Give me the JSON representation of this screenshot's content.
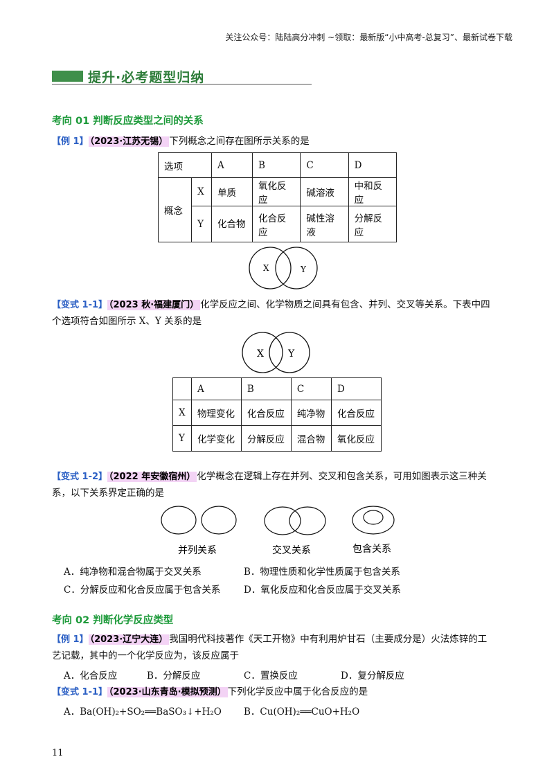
{
  "header": {
    "note": "关注公众号：陆陆高分冲刺 ~领取：最新版“小中高考-总复习”、最新试卷下载"
  },
  "section": {
    "title": "提升·必考题型归纳"
  },
  "topic1": {
    "title": "考向 01  判断反应类型之间的关系",
    "ex1": {
      "tag": "【例 1】",
      "source": "（2023·江苏无锡）",
      "question": "下列概念之间存在图所示关系的是",
      "table": {
        "header": [
          "选项",
          "A",
          "B",
          "C",
          "D"
        ],
        "group_label": "概念",
        "rows": [
          {
            "label": "X",
            "cells": [
              "单质",
              "氧化反应",
              "碱溶液",
              "中和反应"
            ]
          },
          {
            "label": "Y",
            "cells": [
              "化合物",
              "化合反应",
              "碱性溶液",
              "分解反应"
            ]
          }
        ]
      },
      "venn": {
        "x": "X",
        "y": "Y"
      }
    },
    "var1": {
      "tag": "【变式 1-1】",
      "source": "（2023 秋·福建厦门）",
      "line1": "化学反应之间、化学物质之间具有包含、并列、交叉等关系。下表中四",
      "line2": "个选项符合如图所示 X、Y 关系的是",
      "venn": {
        "x": "X",
        "y": "Y"
      },
      "table": {
        "header": [
          "",
          "A",
          "B",
          "C",
          "D"
        ],
        "rows": [
          {
            "label": "X",
            "cells": [
              "物理变化",
              "化合反应",
              "纯净物",
              "化合反应"
            ]
          },
          {
            "label": "Y",
            "cells": [
              "化学变化",
              "分解反应",
              "混合物",
              "氧化反应"
            ]
          }
        ]
      }
    },
    "var2": {
      "tag": "【变式 1-2】",
      "source": "（2022 年安徽宿州）",
      "line1": "化学概念在逻辑上存在并列、交叉和包含关系，可用如图表示这三种关",
      "line2": "系，以下关系界定正确的是",
      "diagram_labels": [
        "并列关系",
        "交叉关系",
        "包含关系"
      ],
      "options": [
        "A．纯净物和混合物属于交叉关系",
        "B．物理性质和化学性质属于包含关系",
        "C．分解反应和化合反应属于包含关系",
        "D．氧化反应和化合反应属于交叉关系"
      ]
    }
  },
  "topic2": {
    "title": "考向 02  判断化学反应类型",
    "ex1": {
      "tag": "【例 1】",
      "source": "（2023·辽宁大连）",
      "line1": "我国明代科技著作《天工开物》中有利用炉甘石（主要成分是）火法炼锌的工",
      "line2": "艺记载，其中的一个化学反应为，该反应属于",
      "options": [
        "A．化合反应",
        "B．分解反应",
        "C．置换反应",
        "D．复分解反应"
      ]
    },
    "var1": {
      "tag": "【变式 1-1】",
      "source": "（2023·山东青岛·模拟预测）",
      "question": "下列化学反应中属于化合反应的是",
      "options": [
        "A．Ba(OH)₂+SO₂══BaSO₃↓+H₂O",
        "B．Cu(OH)₂══CuO+H₂O"
      ]
    }
  },
  "page": {
    "number": "11"
  },
  "colors": {
    "section_green": "#3f8f4a",
    "topic_green": "#1d9a3a",
    "tag_blue": "#2b5fc4",
    "source_bg": "#f3d3f5"
  }
}
